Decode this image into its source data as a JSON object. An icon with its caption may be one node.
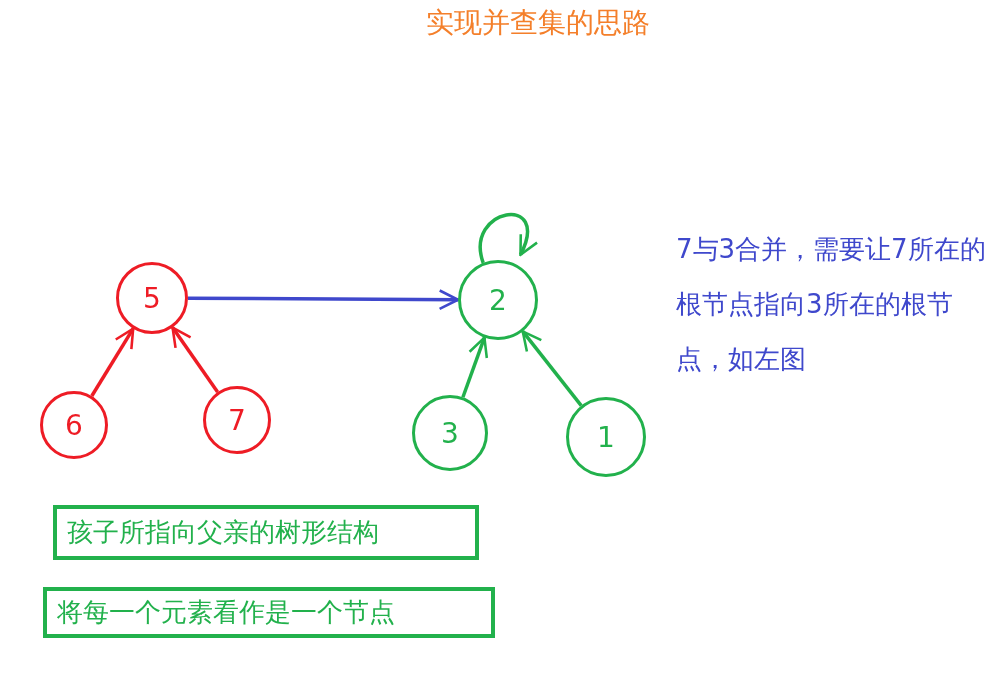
{
  "diagram": {
    "title": "实现并查集的思路",
    "nodes": [
      {
        "text": [
          "5"
        ]
      },
      {
        "text": [
          "6"
        ]
      },
      {
        "text": [
          "7"
        ]
      },
      {
        "text": [
          "2"
        ]
      },
      {
        "text": [
          "3"
        ]
      },
      {
        "text": [
          "1"
        ]
      },
      {
        "text": [
          "孩子所指向父亲的树形结构"
        ]
      },
      {
        "text": [
          "将每一个元素看作是一个节点"
        ]
      }
    ],
    "edges": [
      {
        "from": 1,
        "to": 0,
        "arrow": "to",
        "color": "#ee1c25"
      },
      {
        "from": 2,
        "to": 0,
        "arrow": "to",
        "color": "#ee1c25"
      },
      {
        "from": 0,
        "to": 3,
        "arrow": "to",
        "color": "#3f48cc"
      },
      {
        "from": 3,
        "to": 3,
        "arrow": "to"
      },
      {
        "from": 4,
        "to": 3,
        "arrow": "to"
      },
      {
        "from": 5,
        "to": 3,
        "arrow": "to"
      }
    ],
    "labels": [
      "7与3合并，需要让7所在的根节点指向3所在的根节点，如左图"
    ]
  }
}
